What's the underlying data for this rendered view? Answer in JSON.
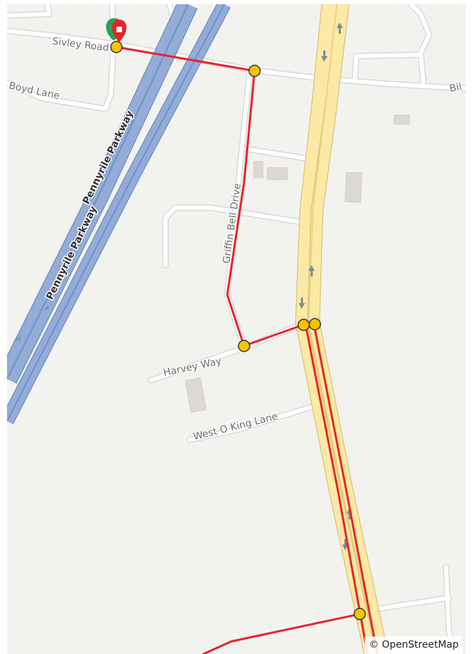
{
  "map": {
    "attribution": "© OpenStreetMap",
    "streets": {
      "sivley_road": "Sivley Road",
      "boyd_lane": "Boyd Lane",
      "pennyrile_parkway": "Pennyrile Parkway",
      "griffin_bell_drive": "Griffin Bell Drive",
      "harvey_way": "Harvey Way",
      "west_o_king_lane": "West O King Lane",
      "bil_partial": "Bil"
    },
    "colors": {
      "background": "#f2f3ef",
      "minor_road": "#ffffff",
      "road_casing": "#d6d6d6",
      "motorway": "#8fa9d6",
      "motorway_casing": "#5f7fb7",
      "trunk": "#fbe9a5",
      "trunk_casing": "#d9c06a",
      "route": "#e8222b",
      "waypoint": "#f5c400",
      "marker": "#e8222b",
      "marker_underlay": "#2e9e58",
      "building": "#ded9d6"
    },
    "icons": {
      "destination_marker": "map-pin-icon",
      "waypoint": "route-waypoint-icon",
      "oneway": "oneway-arrow-icon"
    }
  }
}
